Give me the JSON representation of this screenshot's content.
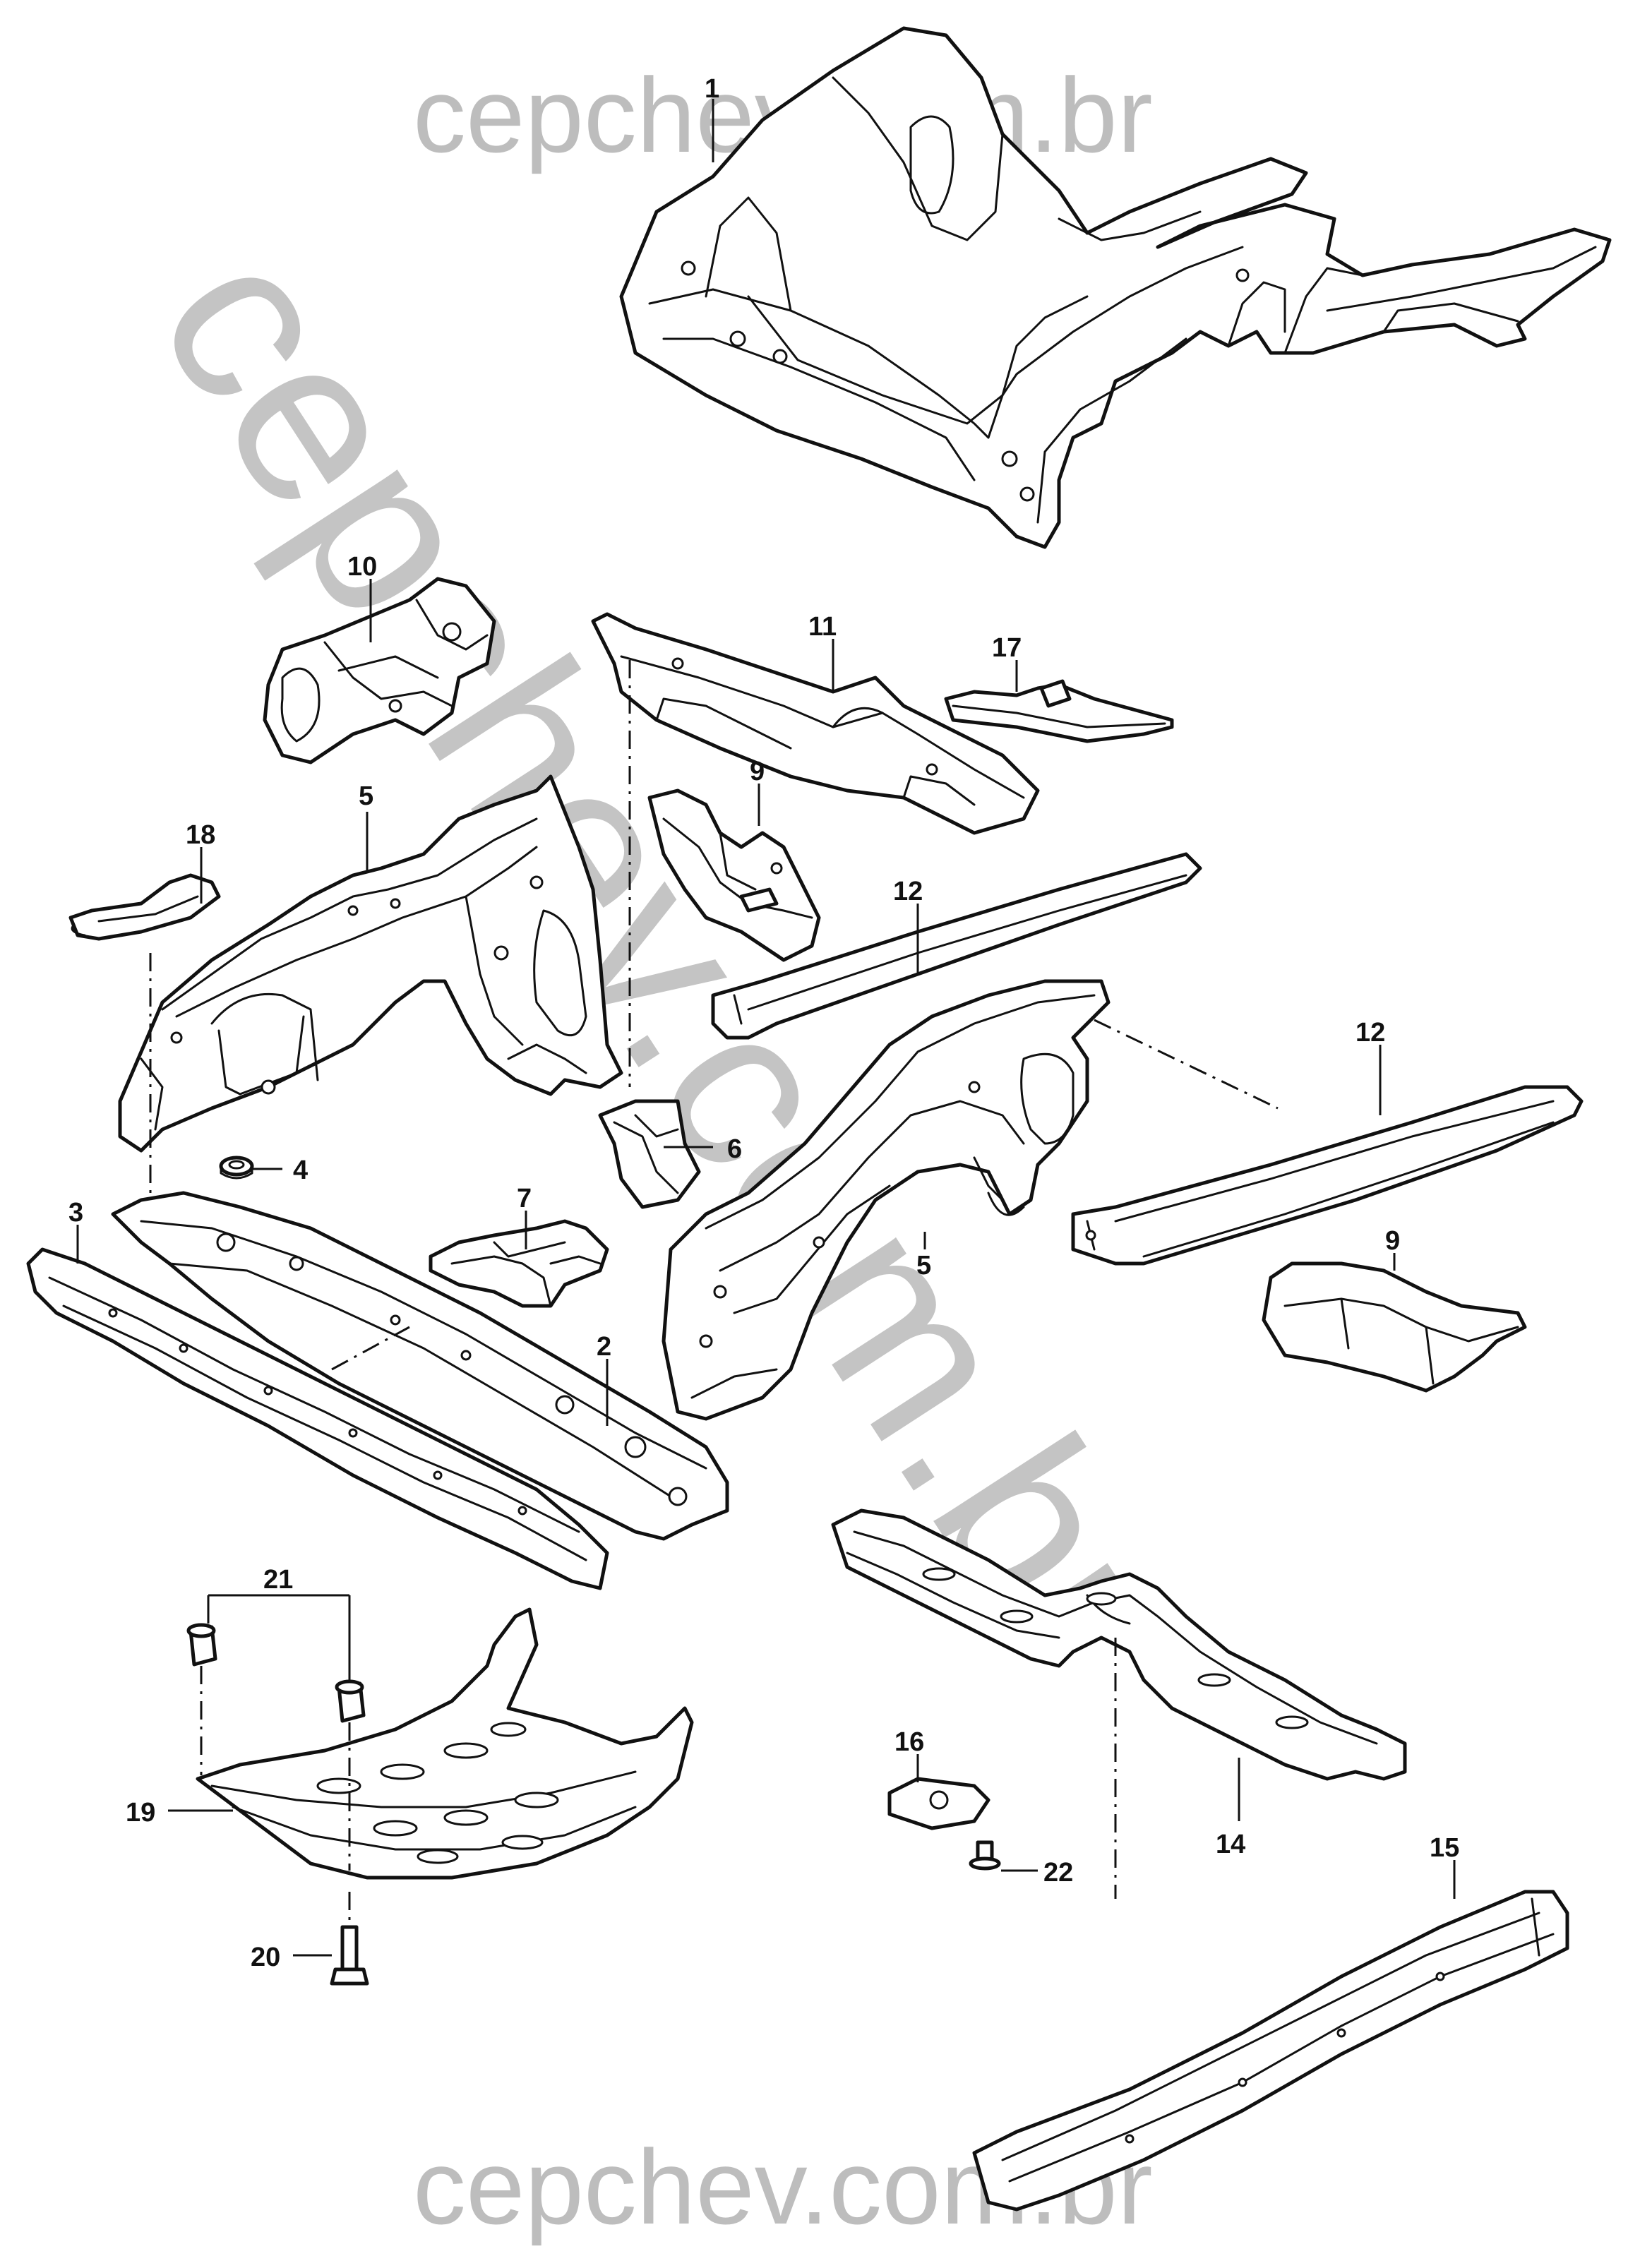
{
  "watermark": {
    "top": "cepchev.com.br",
    "bottom": "cepchev.com.br",
    "diagonal": "cepchev.com.br"
  },
  "callouts": [
    "1",
    "2",
    "3",
    "4",
    "5",
    "5",
    "6",
    "7",
    "9",
    "9",
    "10",
    "11",
    "12",
    "12",
    "14",
    "15",
    "16",
    "17",
    "18",
    "19",
    "20",
    "21",
    "22"
  ]
}
